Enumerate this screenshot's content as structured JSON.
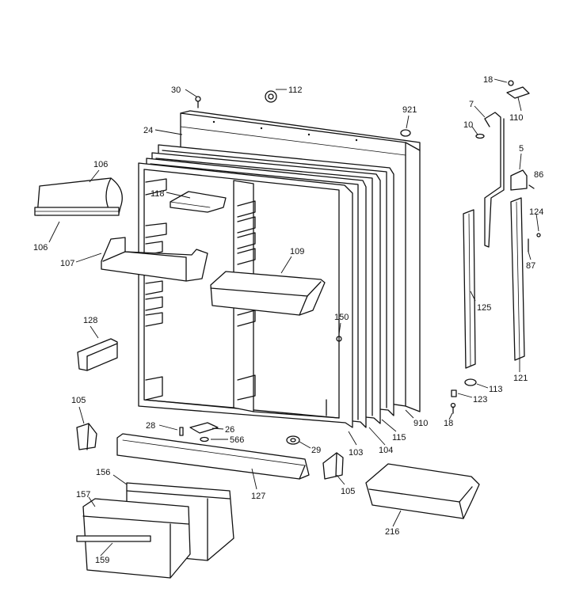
{
  "callouts": [
    {
      "id": "c30",
      "label": "30"
    },
    {
      "id": "c112",
      "label": "112"
    },
    {
      "id": "c921",
      "label": "921"
    },
    {
      "id": "c24",
      "label": "24"
    },
    {
      "id": "c106a",
      "label": "106"
    },
    {
      "id": "c106b",
      "label": "106"
    },
    {
      "id": "c118",
      "label": "118"
    },
    {
      "id": "c107",
      "label": "107"
    },
    {
      "id": "c109",
      "label": "109"
    },
    {
      "id": "c128",
      "label": "128"
    },
    {
      "id": "c150",
      "label": "150"
    },
    {
      "id": "c105a",
      "label": "105"
    },
    {
      "id": "c28",
      "label": "28"
    },
    {
      "id": "c26",
      "label": "26"
    },
    {
      "id": "c566",
      "label": "566"
    },
    {
      "id": "c29",
      "label": "29"
    },
    {
      "id": "c103",
      "label": "103"
    },
    {
      "id": "c104",
      "label": "104"
    },
    {
      "id": "c115",
      "label": "115"
    },
    {
      "id": "c910",
      "label": "910"
    },
    {
      "id": "c127",
      "label": "127"
    },
    {
      "id": "c105b",
      "label": "105"
    },
    {
      "id": "c156",
      "label": "156"
    },
    {
      "id": "c157",
      "label": "157"
    },
    {
      "id": "c159",
      "label": "159"
    },
    {
      "id": "c216",
      "label": "216"
    },
    {
      "id": "c18a",
      "label": "18"
    },
    {
      "id": "c7",
      "label": "7"
    },
    {
      "id": "c110",
      "label": "110"
    },
    {
      "id": "c10",
      "label": "10"
    },
    {
      "id": "c5",
      "label": "5"
    },
    {
      "id": "c86",
      "label": "86"
    },
    {
      "id": "c124",
      "label": "124"
    },
    {
      "id": "c87",
      "label": "87"
    },
    {
      "id": "c125",
      "label": "125"
    },
    {
      "id": "c113",
      "label": "113"
    },
    {
      "id": "c123",
      "label": "123"
    },
    {
      "id": "c18b",
      "label": "18"
    },
    {
      "id": "c121",
      "label": "121"
    }
  ]
}
